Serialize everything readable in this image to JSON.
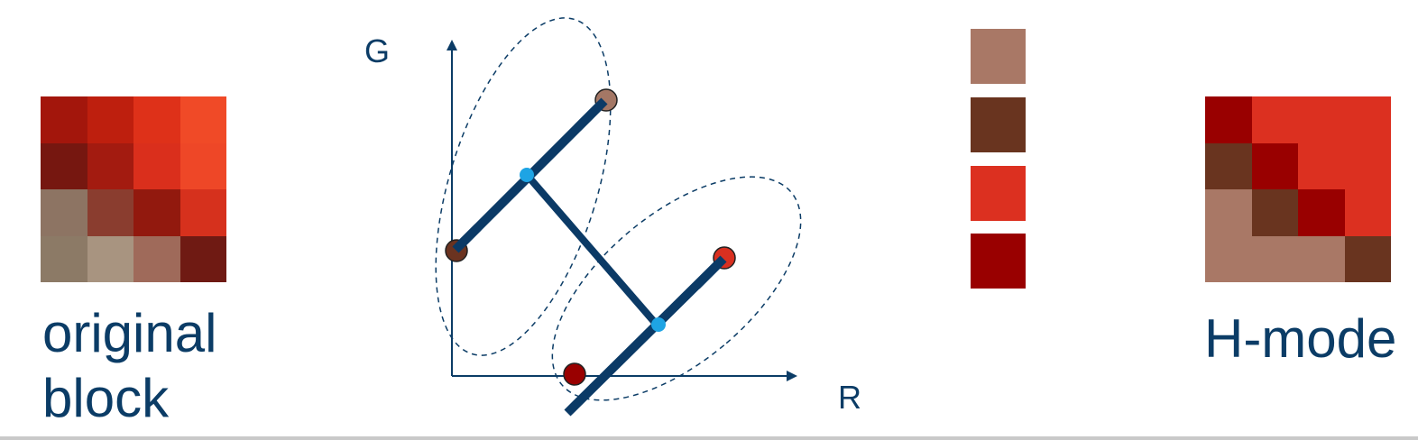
{
  "original": {
    "caption_line1": "original",
    "caption_line2": "block",
    "pixels": [
      [
        "#a3160c",
        "#be1f0e",
        "#de3119",
        "#f04a27"
      ],
      [
        "#761710",
        "#a31b10",
        "#da2f1c",
        "#ee4727"
      ],
      [
        "#8d7463",
        "#8a3d2f",
        "#92190e",
        "#d6311d"
      ],
      [
        "#8c7a66",
        "#a89480",
        "#9f6a5a",
        "#6f1a13"
      ]
    ]
  },
  "axes": {
    "y_label": "G",
    "x_label": "R"
  },
  "points": {
    "cluster1_base_1": "#a47765",
    "cluster1_base_2": "#6b3320",
    "cluster2_base_1": "#d93020",
    "cluster2_base_2": "#990000",
    "midpoints": "#1ea4e4",
    "line": "#0b3a66"
  },
  "palette": [
    "#a97866",
    "#69341f",
    "#dc3020",
    "#990000"
  ],
  "hmode": {
    "caption": "H-mode",
    "pixels": [
      [
        "#990000",
        "#dc3020",
        "#dc3020",
        "#dc3020"
      ],
      [
        "#69341f",
        "#990000",
        "#dc3020",
        "#dc3020"
      ],
      [
        "#a97866",
        "#69341f",
        "#990000",
        "#dc3020"
      ],
      [
        "#a97866",
        "#a97866",
        "#a97866",
        "#69341f"
      ]
    ]
  }
}
